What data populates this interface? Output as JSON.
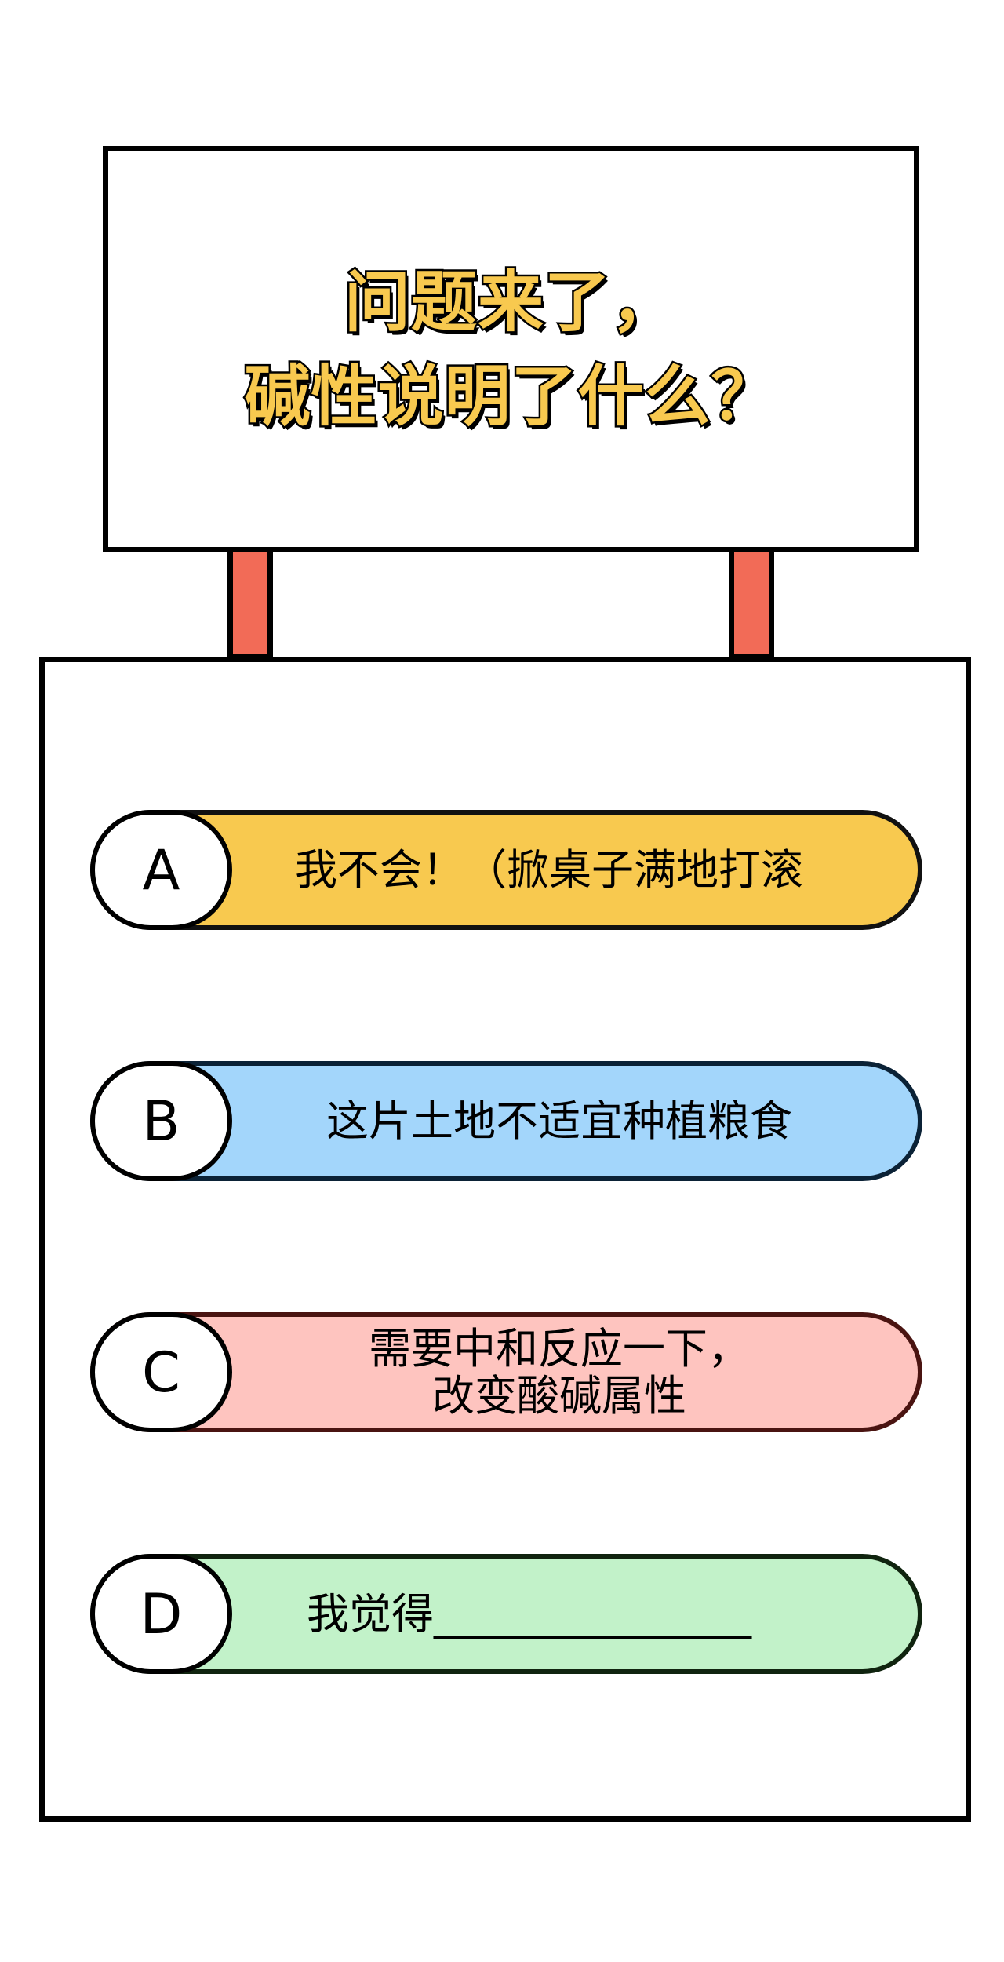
{
  "sign": {
    "title_line1": "问题来了，",
    "title_line2": "碱性说明了什么？"
  },
  "options": [
    {
      "letter": "A",
      "text": "我不会！（掀桌子满地打滚",
      "color": "#f8c94f"
    },
    {
      "letter": "B",
      "text": "这片土地不适宜种植粮食",
      "color": "#a3d6fb"
    },
    {
      "letter": "C",
      "text": "需要中和反应一下，\n改变酸碱属性",
      "color": "#fec4bf"
    },
    {
      "letter": "D",
      "text": "我觉得_______________",
      "color": "#c2f2c9"
    }
  ],
  "colors": {
    "title_fill": "#f8c94f",
    "post": "#f26b57",
    "outline": "#000000"
  }
}
